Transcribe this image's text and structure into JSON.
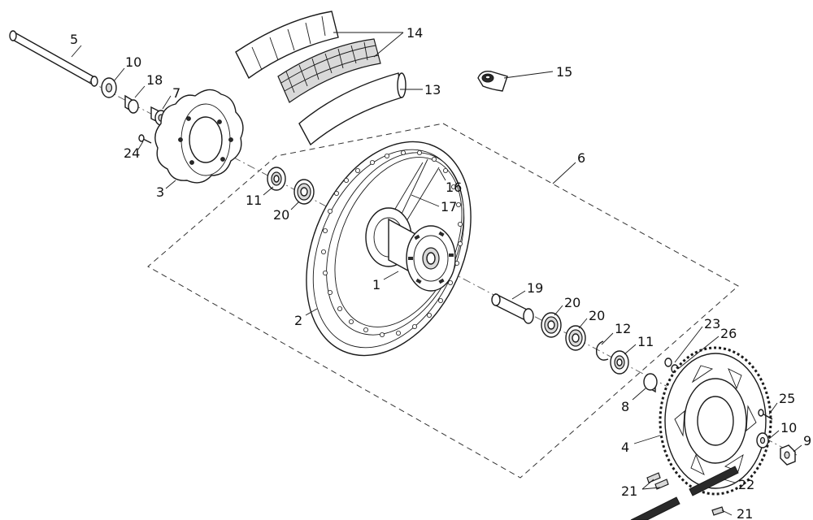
{
  "callouts": {
    "c1": "1",
    "c2": "2",
    "c3": "3",
    "c4": "4",
    "c5": "5",
    "c6": "6",
    "c7": "7",
    "c8": "8",
    "c9": "9",
    "c10a": "10",
    "c10b": "10",
    "c11a": "11",
    "c11b": "11",
    "c12": "12",
    "c13": "13",
    "c14": "14",
    "c15": "15",
    "c16": "16",
    "c17": "17",
    "c18": "18",
    "c19": "19",
    "c20a": "20",
    "c20b": "20",
    "c20c": "20",
    "c21a": "21",
    "c21b": "21",
    "c22": "22",
    "c23": "23",
    "c24": "24",
    "c25": "25",
    "c26": "26"
  },
  "colors": {
    "line": "#1a1a1a",
    "background": "#ffffff",
    "shade": "#d9d9d9"
  }
}
